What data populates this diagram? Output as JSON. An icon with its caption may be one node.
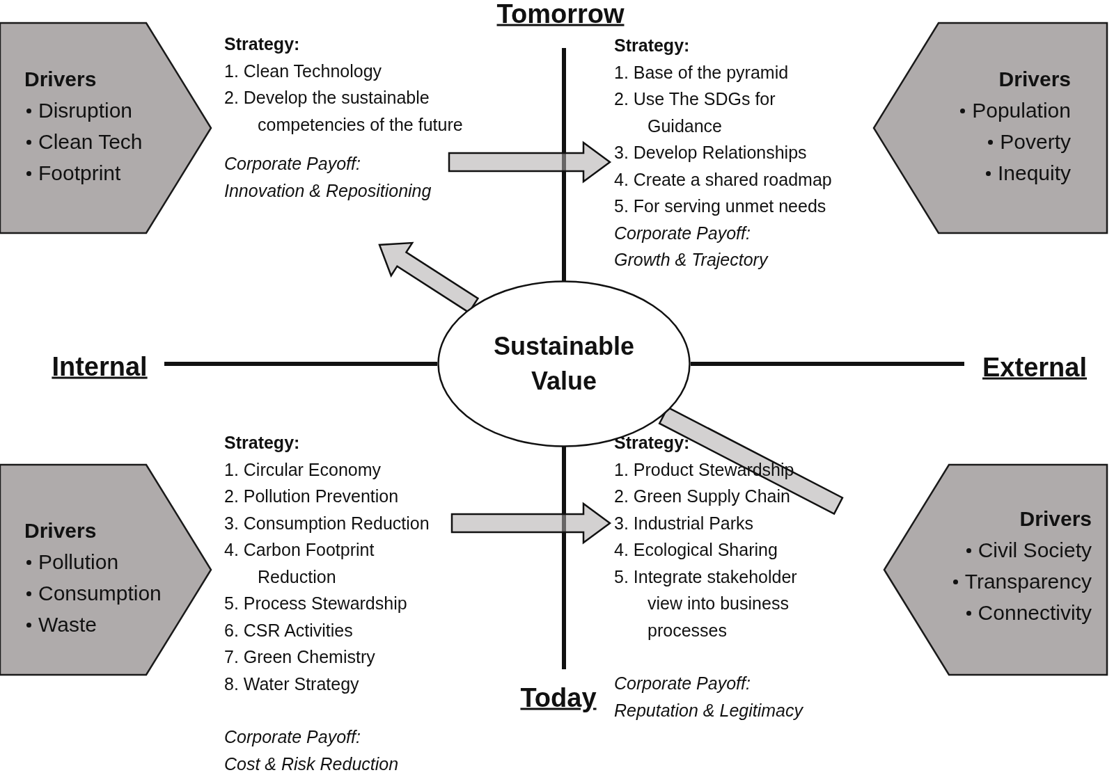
{
  "diagram": {
    "nodes": [
      {
        "text": [
          "Drivers",
          "Disruption",
          "Clean Tech",
          "Footprint"
        ]
      },
      {
        "text": [
          "Drivers",
          "Population",
          "Poverty",
          "Inequity"
        ]
      },
      {
        "text": [
          "Drivers",
          "Pollution",
          "Consumption",
          "Waste"
        ]
      },
      {
        "text": [
          "Drivers",
          "Civil Society",
          "Transparency",
          "Connectivity"
        ]
      },
      {
        "text": [
          "Sustainable Value"
        ]
      },
      {
        "text": [
          "Strategy:",
          "1. Clean Technology",
          "2. Develop the sustainable competencies of the future",
          "Corporate Payoff:",
          "Innovation & Repositioning"
        ]
      },
      {
        "text": [
          "Strategy:",
          "1. Base of the pyramid",
          "2. Use The SDGs for Guidance",
          "3. Develop Relationships",
          "4. Create a shared roadmap",
          "5. For serving unmet needs",
          "Corporate Payoff:",
          "Growth & Trajectory"
        ]
      },
      {
        "text": [
          "Strategy:",
          "1. Circular Economy",
          "2. Pollution Prevention",
          "3. Consumption Reduction",
          "4. Carbon Footprint Reduction",
          "5. Process Stewardship",
          "6. CSR Activities",
          "7. Green Chemistry",
          "8. Water Strategy",
          "Corporate Payoff:",
          "Cost & Risk Reduction"
        ]
      },
      {
        "text": [
          "Strategy:",
          "1. Product Stewardship",
          "2. Green Supply Chain",
          "3. Industrial Parks",
          "4. Ecological Sharing",
          "5. Integrate stakeholder view into business processes",
          "Corporate Payoff:",
          "Reputation & Legitimacy"
        ]
      }
    ],
    "edges": [
      {
        "from": 4,
        "to": 5,
        "arrow": "to"
      },
      {
        "from": 5,
        "to": 6,
        "arrow": "to"
      },
      {
        "from": 4,
        "to": 8,
        "arrow": "none"
      },
      {
        "from": 7,
        "to": 8,
        "arrow": "to"
      }
    ],
    "labels": [
      "Tomorrow",
      "Internal",
      "External",
      "Today"
    ]
  }
}
